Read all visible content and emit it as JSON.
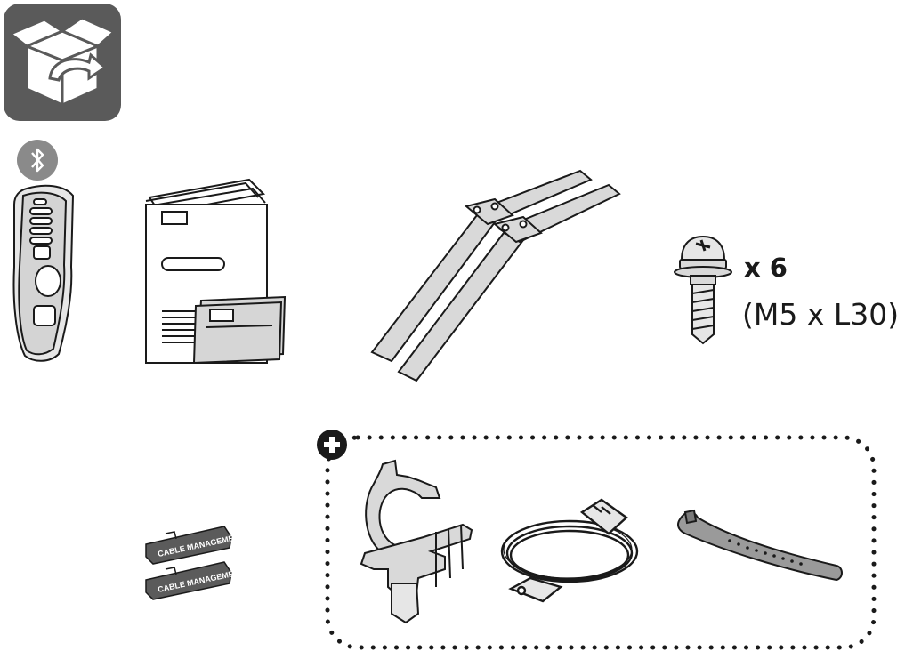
{
  "screw": {
    "quantity_label": "x 6",
    "spec_label": "(M5 x L30)"
  },
  "cable_holder": {
    "label": "CABLE MANAGEMENT"
  },
  "icons": {
    "unbox": "open-box-icon",
    "bluetooth": "bluetooth-icon",
    "optional": "plus-icon"
  },
  "colors": {
    "icon_bg": "#5a5a5a",
    "part_fill": "#d9d9d9",
    "outline": "#1a1a1a",
    "holder_fill": "#5b5b5b"
  }
}
